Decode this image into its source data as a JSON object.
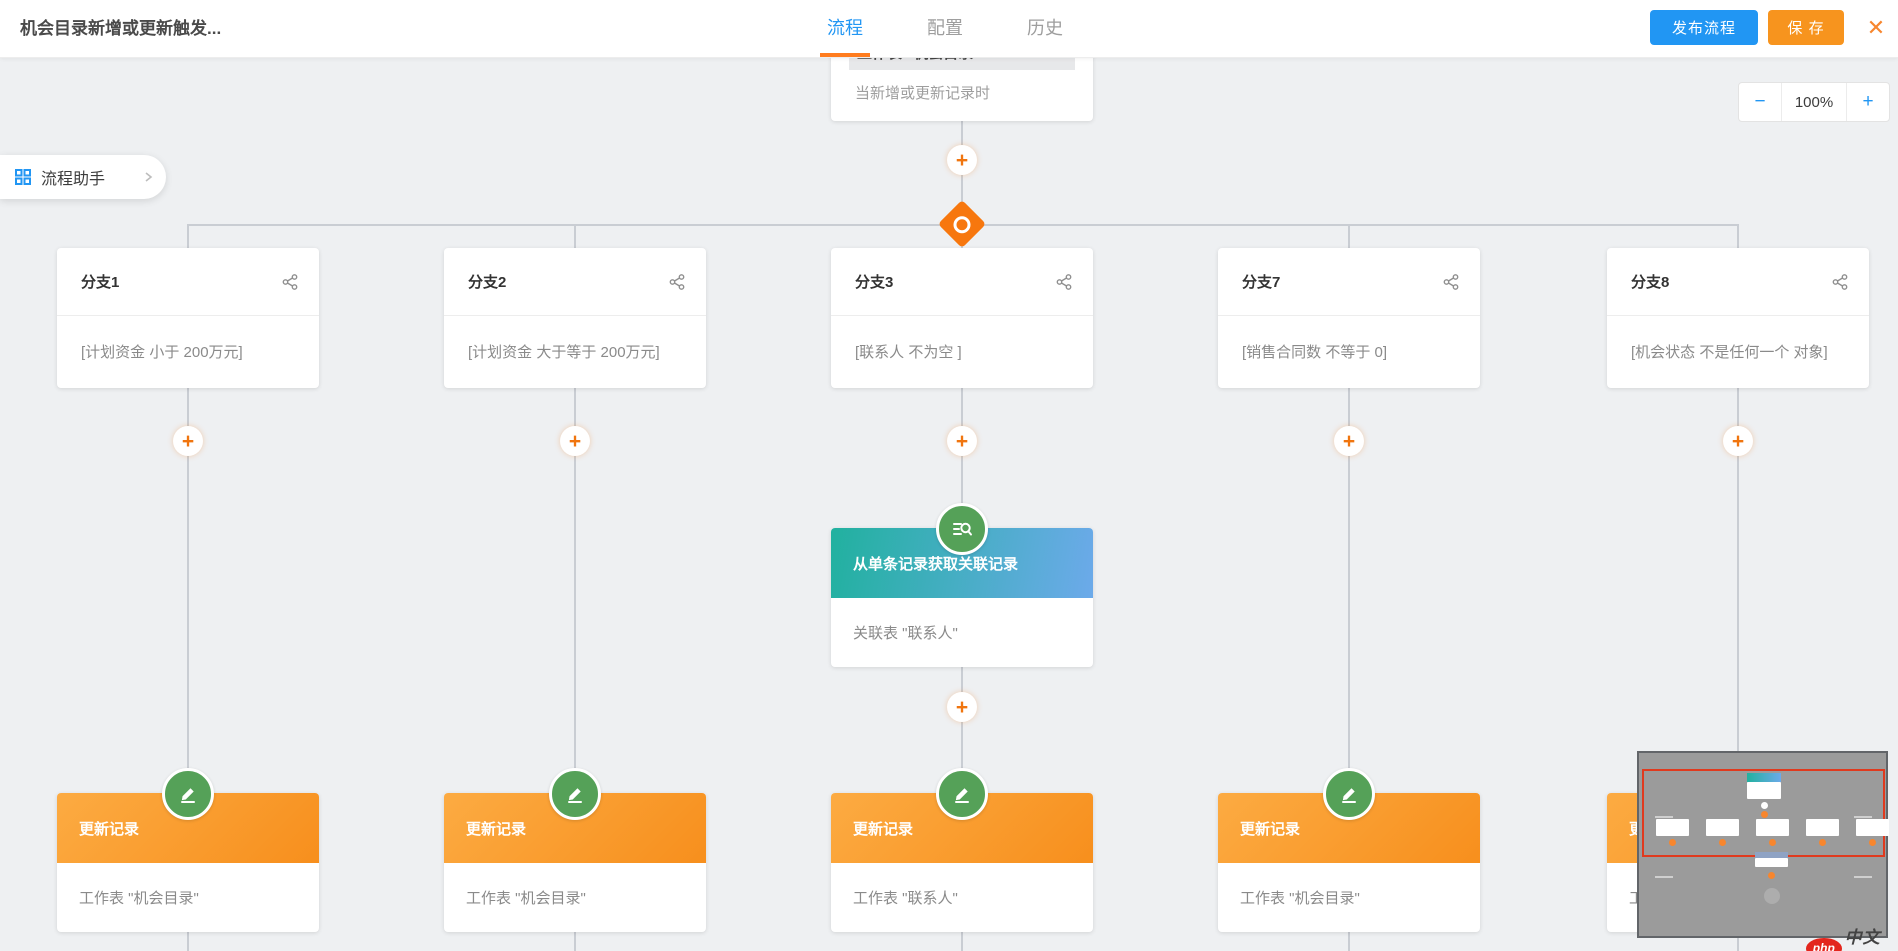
{
  "header": {
    "title": "机会目录新增或更新触发...",
    "tabs": [
      {
        "label": "流程",
        "active": true
      },
      {
        "label": "配置",
        "active": false
      },
      {
        "label": "历史",
        "active": false
      }
    ],
    "publish_label": "发布流程",
    "save_label": "保 存",
    "close_glyph": "✕"
  },
  "zoom": {
    "minus": "−",
    "level": "100%",
    "plus": "+"
  },
  "assistant": {
    "label": "流程助手"
  },
  "canvas": {
    "add_glyph": "+"
  },
  "trigger": {
    "title": "工作表 \"机会目录\"",
    "subtitle": "当新增或更新记录时"
  },
  "branches": [
    {
      "title": "分支1",
      "condition": "[计划资金 小于 200万元]"
    },
    {
      "title": "分支2",
      "condition": "[计划资金 大于等于 200万元]"
    },
    {
      "title": "分支3",
      "condition": "[联系人 不为空 ]"
    },
    {
      "title": "分支7",
      "condition": "[销售合同数 不等于 0]"
    },
    {
      "title": "分支8",
      "condition": "[机会状态 不是任何一个 对象]"
    }
  ],
  "lookup": {
    "title": "从单条记录获取关联记录",
    "detail": "关联表 \"联系人\""
  },
  "updates": [
    {
      "title": "更新记录",
      "detail": "工作表 \"机会目录\""
    },
    {
      "title": "更新记录",
      "detail": "工作表 \"机会目录\""
    },
    {
      "title": "更新记录",
      "detail": "工作表 \"联系人\""
    },
    {
      "title": "更新记录",
      "detail": "工作表 \"机会目录\""
    },
    {
      "title": "更新记录",
      "detail": "工作表 \"机会目录\""
    }
  ],
  "watermark": {
    "php": "php",
    "cn": "中文网"
  },
  "colors": {
    "accent_blue": "#2196f3",
    "accent_orange": "#f7862e",
    "save_orange": "#f7941e",
    "tab_underline": "#ff7c1e",
    "teal_gradient": [
      "#21b19f",
      "#6caaea"
    ],
    "orange_gradient": [
      "#fcab42",
      "#f78f1d"
    ],
    "badge_green": "#55a158",
    "canvas_bg": "#eef0f2",
    "minimap_viewport": "#e03a1e"
  }
}
